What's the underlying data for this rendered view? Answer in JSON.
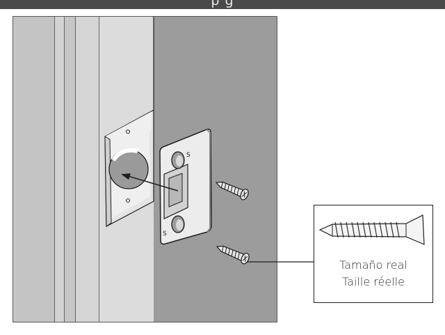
{
  "header": {
    "title_fragment": "p                                                                    g"
  },
  "inset": {
    "caption_line_1": "Tamaño real",
    "caption_line_2": "Taille réelle"
  },
  "strike_plate": {
    "hole_marks": [
      "S",
      "S"
    ]
  },
  "colors": {
    "door_jamb": "#c8c8c8",
    "jamb_light": "#d9d9d9",
    "door_face": "#9c9c9c",
    "plate": "#ececec",
    "outline": "#1e1e1e"
  }
}
